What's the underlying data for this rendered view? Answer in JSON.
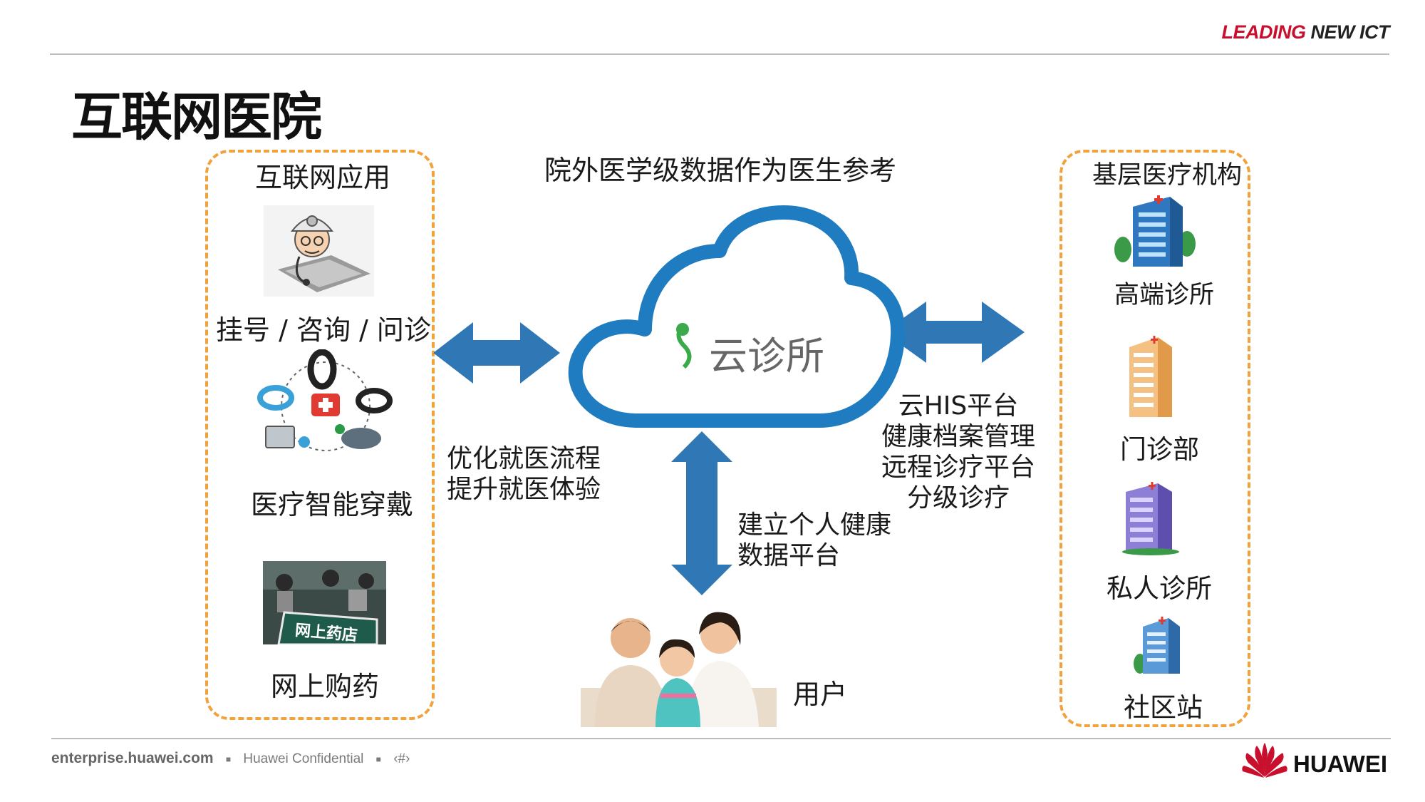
{
  "header": {
    "brand_word1": "LEADING",
    "brand_word2": "NEW ICT",
    "title": "互联网医院"
  },
  "diagram": {
    "top_caption": "院外医学级数据作为医生参考",
    "left_panel": {
      "title": "互联网应用",
      "items": [
        "挂号 / 咨询 / 问诊",
        "医疗智能穿戴",
        "网上购药"
      ],
      "sign_text": "网上药店"
    },
    "right_panel": {
      "title": "基层医疗机构",
      "items": [
        "高端诊所",
        "门诊部",
        "私人诊所",
        "社区站"
      ]
    },
    "cloud_label": "云诊所",
    "left_arrow_caption": [
      "优化就医流程",
      "提升就医体验"
    ],
    "right_arrow_caption": [
      "云HIS平台",
      "健康档案管理",
      "远程诊疗平台",
      "分级诊疗"
    ],
    "down_arrow_caption": [
      "建立个人健康",
      "数据平台"
    ],
    "user_label": "用户"
  },
  "footer": {
    "site": "enterprise.huawei.com",
    "confidential": "Huawei Confidential",
    "page": "‹#›",
    "logo_text": "HUAWEI"
  },
  "colors": {
    "arrow_blue": "#2f78b5",
    "cloud_blue": "#1f7cc0",
    "panel_orange": "#f2a23d",
    "brand_red": "#c8102e"
  }
}
